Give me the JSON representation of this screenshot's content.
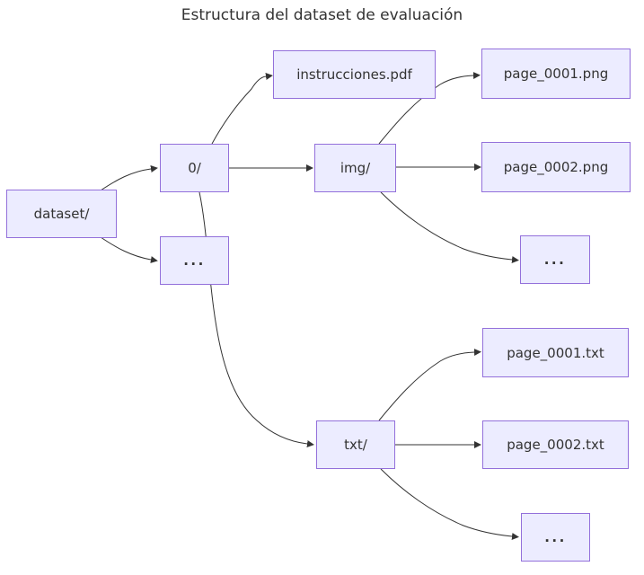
{
  "title": "Estructura del dataset de evaluación",
  "colors": {
    "background": "#FFFFFF",
    "node-fill": "#ECECFF",
    "node-border": "#9370DB",
    "edge-color": "#333333",
    "text-color": "#333333"
  },
  "nodes": {
    "dataset": {
      "label": "dataset/"
    },
    "folder0": {
      "label": "0/"
    },
    "dots1": {
      "label": "..."
    },
    "instrucciones": {
      "label": "instrucciones.pdf"
    },
    "img": {
      "label": "img/"
    },
    "png1": {
      "label": "page_0001.png"
    },
    "png2": {
      "label": "page_0002.png"
    },
    "dots2": {
      "label": "..."
    },
    "txt": {
      "label": "txt/"
    },
    "txt1": {
      "label": "page_0001.txt"
    },
    "txt2": {
      "label": "page_0002.txt"
    },
    "dots3": {
      "label": "..."
    }
  },
  "edges": [
    {
      "from": "dataset",
      "to": "folder0"
    },
    {
      "from": "dataset",
      "to": "dots1"
    },
    {
      "from": "folder0",
      "to": "instrucciones"
    },
    {
      "from": "folder0",
      "to": "img"
    },
    {
      "from": "folder0",
      "to": "txt"
    },
    {
      "from": "img",
      "to": "png1"
    },
    {
      "from": "img",
      "to": "png2"
    },
    {
      "from": "img",
      "to": "dots2"
    },
    {
      "from": "txt",
      "to": "txt1"
    },
    {
      "from": "txt",
      "to": "txt2"
    },
    {
      "from": "txt",
      "to": "dots3"
    }
  ]
}
